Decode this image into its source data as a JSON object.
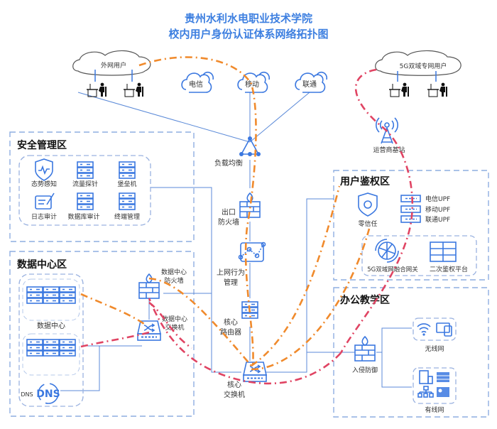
{
  "header": {
    "title_line1": "贵州水利水电职业技术学院",
    "title_line2": "校内用户身份认证体系网络拓扑图"
  },
  "internet": {
    "external_users": "外网用户",
    "isp_telecom": "电信",
    "isp_mobile": "移动",
    "isp_unicom": "联通",
    "fiveg_users": "5G双域专网用户",
    "base_station": "运营商基站"
  },
  "core": {
    "load_balancer": "负载均衡",
    "egress_firewall_l1": "出口",
    "egress_firewall_l2": "防火墙",
    "behavior_mgmt_l1": "上网行为",
    "behavior_mgmt_l2": "管理",
    "core_router_l1": "核心",
    "core_router_l2": "路由器",
    "core_switch_l1": "核心",
    "core_switch_l2": "交换机"
  },
  "security_zone": {
    "title": "安全管理区",
    "items": [
      "态势感知",
      "流量探针",
      "堡垒机",
      "日志审计",
      "数据库审计",
      "终端管理"
    ]
  },
  "datacenter_zone": {
    "title": "数据中心区",
    "datacenter": "数据中心",
    "dns_label": "DNS",
    "dns_icon_text": "DNS",
    "dc_firewall_l1": "数据中心",
    "dc_firewall_l2": "防火墙",
    "dc_switch_l1": "数据中心",
    "dc_switch_l2": "交换机"
  },
  "auth_zone": {
    "title": "用户鉴权区",
    "zero_trust": "零信任",
    "upf": [
      "电信UPF",
      "移动UPF",
      "联通UPF"
    ],
    "gateway": "5G双域网融合网关",
    "secondary_auth": "二次鉴权平台"
  },
  "office_zone": {
    "title": "办公教学区",
    "ips": "入侵防御",
    "wireless": "无线网",
    "wired": "有线网"
  },
  "colors": {
    "accent": "#3b78e0",
    "title": "#3d7fe0",
    "path_orange": "#f08a2c",
    "path_red": "#e04463"
  }
}
